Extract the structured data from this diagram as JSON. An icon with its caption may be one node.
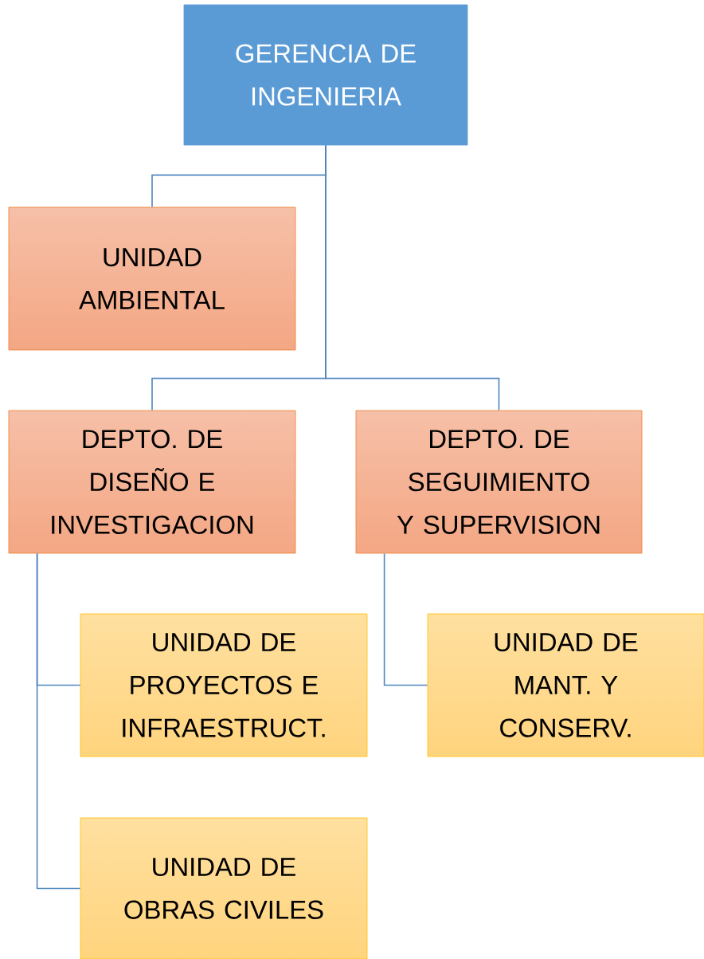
{
  "diagram": {
    "nodes": [
      {
        "text": [
          "GERENCIA DE INGENIERIA"
        ]
      },
      {
        "text": [
          "UNIDAD AMBIENTAL"
        ]
      },
      {
        "text": [
          "DEPTO. DE DISEÑO E INVESTIGACION"
        ]
      },
      {
        "text": [
          "DEPTO. DE SEGUIMIENTO Y SUPERVISION"
        ]
      },
      {
        "text": [
          "UNIDAD DE PROYECTOS E INFRAESTRUCT."
        ]
      },
      {
        "text": [
          "UNIDAD DE MANT. Y CONSERV."
        ]
      },
      {
        "text": [
          "UNIDAD DE OBRAS CIVILES"
        ]
      }
    ],
    "edges": [
      {
        "from": 0,
        "to": 1,
        "arrow": "none"
      },
      {
        "from": 0,
        "to": 2,
        "arrow": "none"
      },
      {
        "from": 0,
        "to": 3,
        "arrow": "none"
      },
      {
        "from": 2,
        "to": 4,
        "arrow": "none"
      },
      {
        "from": 2,
        "to": 6,
        "arrow": "none"
      },
      {
        "from": 3,
        "to": 5,
        "arrow": "none"
      }
    ]
  }
}
